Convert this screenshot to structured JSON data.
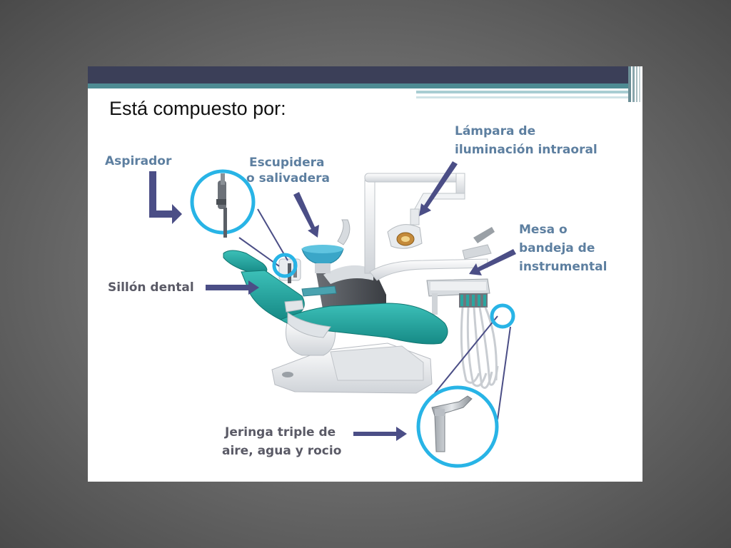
{
  "slide": {
    "title": "Está compuesto por:"
  },
  "labels": {
    "aspirador": "Aspirador",
    "escupidera_line1": "Escupidera",
    "escupidera_line2": "o salivadera",
    "lampara_line1": "Lámpara de",
    "lampara_line2": "iluminación intraoral",
    "mesa_line1": "Mesa o",
    "mesa_line2": "bandeja de",
    "mesa_line3": "instrumental",
    "sillon": "Sillón dental",
    "jeringa_line1": "Jeringa triple de",
    "jeringa_line2": "aire, agua y rocio"
  },
  "colors": {
    "background": "#6f6f6f",
    "header_bar": "#3b3f58",
    "header_stripe": "#4e8b93",
    "label_blue": "#5d7fa0",
    "label_gray": "#5a5a66",
    "arrow": "#4b4e86",
    "highlight_circle": "#28b4e6",
    "chair_teal": "#2aa6a0"
  }
}
